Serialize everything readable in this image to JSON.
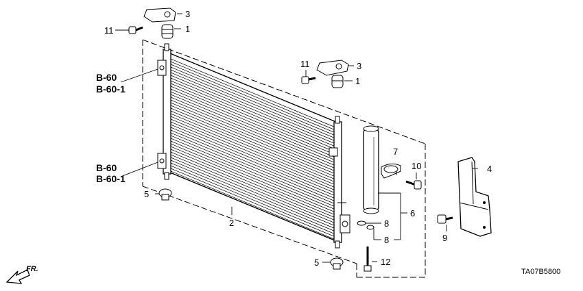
{
  "callouts": {
    "c1_top": "1",
    "c3_top": "3",
    "c11_top": "11",
    "c1_mid": "1",
    "c3_mid": "3",
    "c11_mid": "11",
    "c2": "2",
    "c4": "4",
    "c5_left": "5",
    "c5_bottom": "5",
    "c6": "6",
    "c7": "7",
    "c8_a": "8",
    "c8_b": "8",
    "c9": "9",
    "c10": "10",
    "c12": "12"
  },
  "references": {
    "upper_a": "B-60",
    "upper_b": "B-60-1",
    "lower_a": "B-60",
    "lower_b": "B-60-1"
  },
  "direction_label": "FR.",
  "diagram_code": "TA07B5800"
}
